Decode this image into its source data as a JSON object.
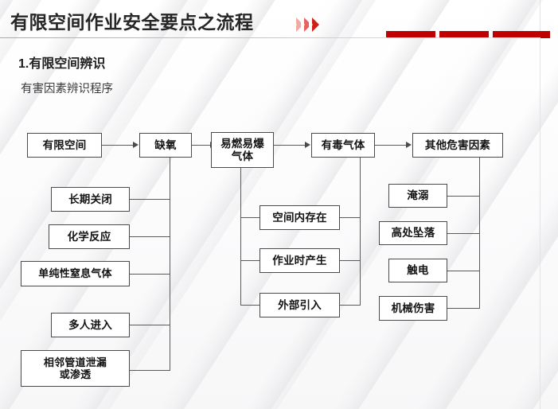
{
  "header": {
    "title": "有限空间作业安全要点之流程",
    "chevrons": [
      "chevron-1",
      "chevron-2",
      "chevron-3"
    ],
    "bars": [
      "bar-1",
      "bar-2",
      "bar-3"
    ],
    "accent_color": "#c00000",
    "rule_color": "#d9949a"
  },
  "section": {
    "title": "1.有限空间辨识",
    "subtitle": "有害因素辨识程序"
  },
  "flowchart": {
    "top_row": [
      {
        "id": "confined-space",
        "label": "有限空间"
      },
      {
        "id": "oxygen-deficiency",
        "label": "缺氧"
      },
      {
        "id": "flammable-explosive-gas",
        "label": "易燃易爆\n气体"
      },
      {
        "id": "toxic-gas",
        "label": "有毒气体"
      },
      {
        "id": "other-hazard-factors",
        "label": "其他危害因素"
      }
    ],
    "left_branch": [
      {
        "id": "long-term-closure",
        "label": "长期关闭"
      },
      {
        "id": "chemical-reaction",
        "label": "化学反应"
      },
      {
        "id": "simple-asphyxiant-gas",
        "label": "单纯性窒息气体"
      },
      {
        "id": "multiple-entry",
        "label": "多人进入"
      },
      {
        "id": "adjacent-pipe-leak",
        "label": "相邻管道泄漏\n或渗透"
      }
    ],
    "middle_branch": [
      {
        "id": "present-in-space",
        "label": "空间内存在"
      },
      {
        "id": "generated-during-work",
        "label": "作业时产生"
      },
      {
        "id": "introduced-externally",
        "label": "外部引入"
      }
    ],
    "right_branch": [
      {
        "id": "drowning",
        "label": "淹溺"
      },
      {
        "id": "fall-from-height",
        "label": "高处坠落"
      },
      {
        "id": "electric-shock",
        "label": "触电"
      },
      {
        "id": "mechanical-injury",
        "label": "机械伤害"
      }
    ],
    "box_border_color": "#4a4a4a",
    "connector_color": "#5a5a5a"
  }
}
